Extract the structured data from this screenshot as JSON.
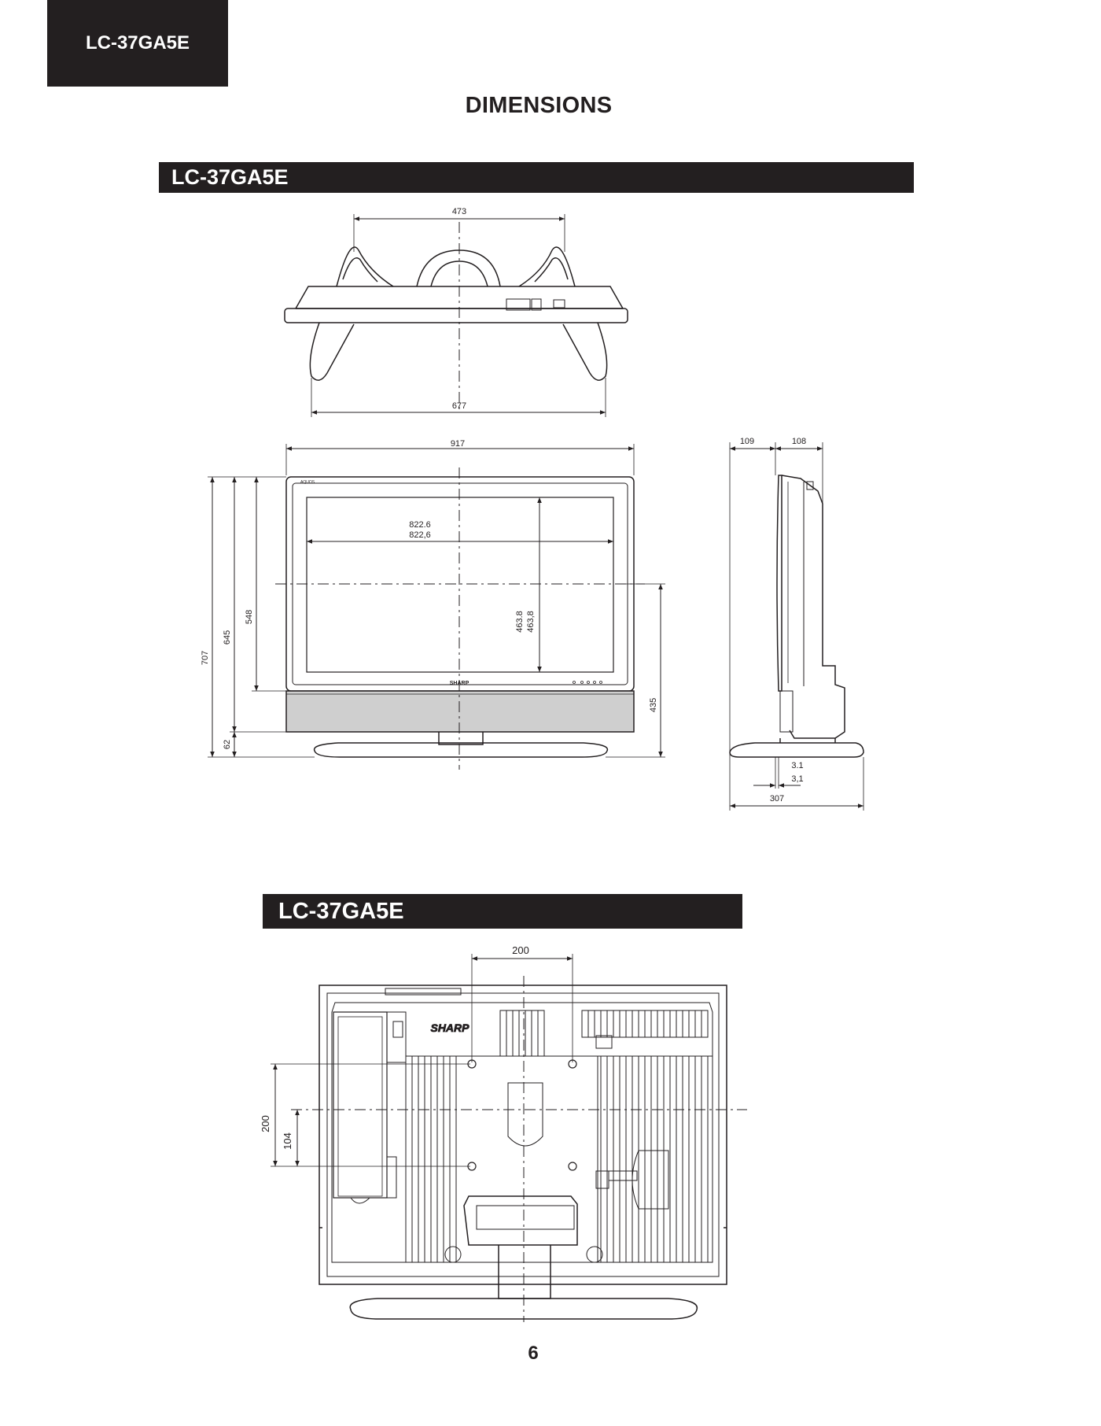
{
  "header": {
    "model_tab": "LC-37GA5E"
  },
  "page": {
    "title": "DIMENSIONS",
    "number": "6"
  },
  "section1": {
    "label": "LC-37GA5E"
  },
  "section2": {
    "label": "LC-37GA5E"
  },
  "brand": {
    "front": "SHARP",
    "rear": "SHARP",
    "bezel": "AQUOS"
  },
  "top_view": {
    "stand_span": "473",
    "foot_span": "677"
  },
  "front_view": {
    "width": "917",
    "screen_width_a": "822.6",
    "screen_width_b": "822,6",
    "screen_height_a": "463.8",
    "screen_height_b": "463,8",
    "height_total": "707",
    "height_panel_speaker": "645",
    "height_panel": "548",
    "stand_gap": "62",
    "center_height": "435"
  },
  "side_view": {
    "depth_top_a": "109",
    "depth_top_b": "108",
    "tilt_a": "3.1",
    "tilt_b": "3,1",
    "base_depth": "307"
  },
  "rear_view": {
    "vesa_horizontal": "200",
    "vesa_vertical": "200",
    "offset_vertical": "104"
  }
}
